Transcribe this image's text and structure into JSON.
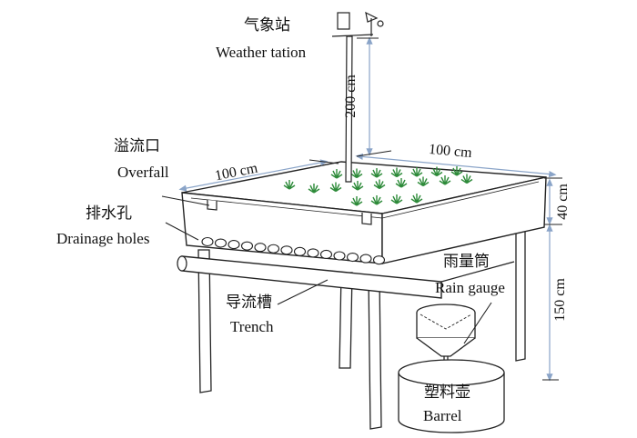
{
  "labels": {
    "weather_station": {
      "cn": "气象站",
      "en": "Weather tation"
    },
    "overfall": {
      "cn": "溢流口",
      "en": "Overfall"
    },
    "drainage_holes": {
      "cn": "排水孔",
      "en": "Drainage holes"
    },
    "trench": {
      "cn": "导流槽",
      "en": "Trench"
    },
    "rain_gauge": {
      "cn": "雨量筒",
      "en": "Rain gauge"
    },
    "barrel": {
      "cn": "塑料壶",
      "en": "Barrel"
    }
  },
  "dimensions": {
    "pole_height": "200 cm",
    "tank_width": "100 cm",
    "tank_depth": "100 cm",
    "tank_height": "40 cm",
    "leg_height": "150 cm"
  },
  "colors": {
    "line": "#222222",
    "dimension": "#8aa4c8",
    "plant": "#2e8b3a"
  }
}
